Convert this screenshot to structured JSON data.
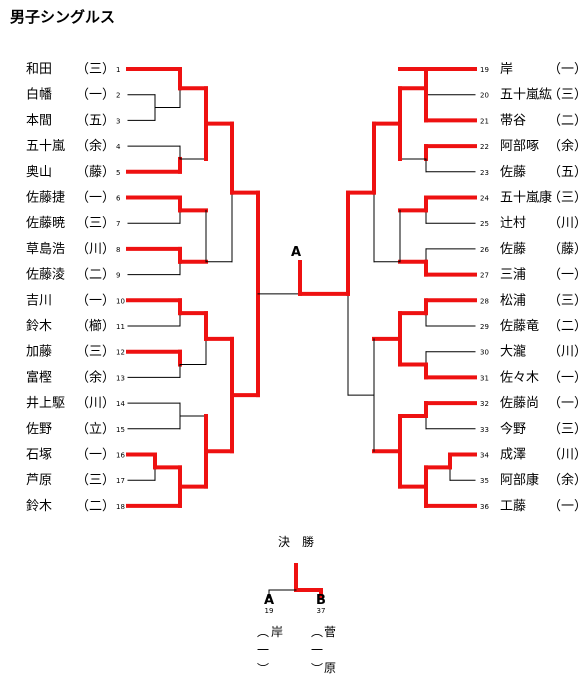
{
  "title": "男子シングルス",
  "left_players": [
    {
      "num": "1",
      "name": "和田",
      "club": "（三）"
    },
    {
      "num": "2",
      "name": "白幡",
      "club": "（一）"
    },
    {
      "num": "3",
      "name": "本間",
      "club": "（五）"
    },
    {
      "num": "4",
      "name": "五十嵐",
      "club": "（余）"
    },
    {
      "num": "5",
      "name": "奥山",
      "club": "（藤）"
    },
    {
      "num": "6",
      "name": "佐藤捷",
      "club": "（一）"
    },
    {
      "num": "7",
      "name": "佐藤暁",
      "club": "（三）"
    },
    {
      "num": "8",
      "name": "草島浩",
      "club": "（川）"
    },
    {
      "num": "9",
      "name": "佐藤淩",
      "club": "（二）"
    },
    {
      "num": "10",
      "name": "吉川",
      "club": "（一）"
    },
    {
      "num": "11",
      "name": "鈴木",
      "club": "（櫛）"
    },
    {
      "num": "12",
      "name": "加藤",
      "club": "（三）"
    },
    {
      "num": "13",
      "name": "富樫",
      "club": "（余）"
    },
    {
      "num": "14",
      "name": "井上駆",
      "club": "（川）"
    },
    {
      "num": "15",
      "name": "佐野",
      "club": "（立）"
    },
    {
      "num": "16",
      "name": "石塚",
      "club": "（一）"
    },
    {
      "num": "17",
      "name": "芦原",
      "club": "（三）"
    },
    {
      "num": "18",
      "name": "鈴木",
      "club": "（二）"
    }
  ],
  "right_players": [
    {
      "num": "19",
      "name": "岸",
      "club": "（一）"
    },
    {
      "num": "20",
      "name": "五十嵐紘",
      "club": "（三）"
    },
    {
      "num": "21",
      "name": "帯谷",
      "club": "（二）"
    },
    {
      "num": "22",
      "name": "阿部啄",
      "club": "（余）"
    },
    {
      "num": "23",
      "name": "佐藤",
      "club": "（五）"
    },
    {
      "num": "24",
      "name": "五十嵐康",
      "club": "（三）"
    },
    {
      "num": "25",
      "name": "辻村",
      "club": "（川）"
    },
    {
      "num": "26",
      "name": "佐藤",
      "club": "（藤）"
    },
    {
      "num": "27",
      "name": "三浦",
      "club": "（一）"
    },
    {
      "num": "28",
      "name": "松浦",
      "club": "（三）"
    },
    {
      "num": "29",
      "name": "佐藤竜",
      "club": "（二）"
    },
    {
      "num": "30",
      "name": "大瀧",
      "club": "（川）"
    },
    {
      "num": "31",
      "name": "佐々木",
      "club": "（一）"
    },
    {
      "num": "32",
      "name": "佐藤尚",
      "club": "（一）"
    },
    {
      "num": "33",
      "name": "今野",
      "club": "（三）"
    },
    {
      "num": "34",
      "name": "成澤",
      "club": "（川）"
    },
    {
      "num": "35",
      "name": "阿部康",
      "club": "（余）"
    },
    {
      "num": "36",
      "name": "工藤",
      "club": "（一）"
    }
  ],
  "semifinal_label": "A",
  "final": {
    "label": "決　勝",
    "a": {
      "label": "A",
      "num": "19",
      "name_first": "岸",
      "club": "一"
    },
    "b": {
      "label": "B",
      "num": "37",
      "name_first": "菅",
      "name_second": "原",
      "club": "一"
    }
  },
  "colors": {
    "winner_line": "#ee1111",
    "plain_line": "#000000"
  }
}
